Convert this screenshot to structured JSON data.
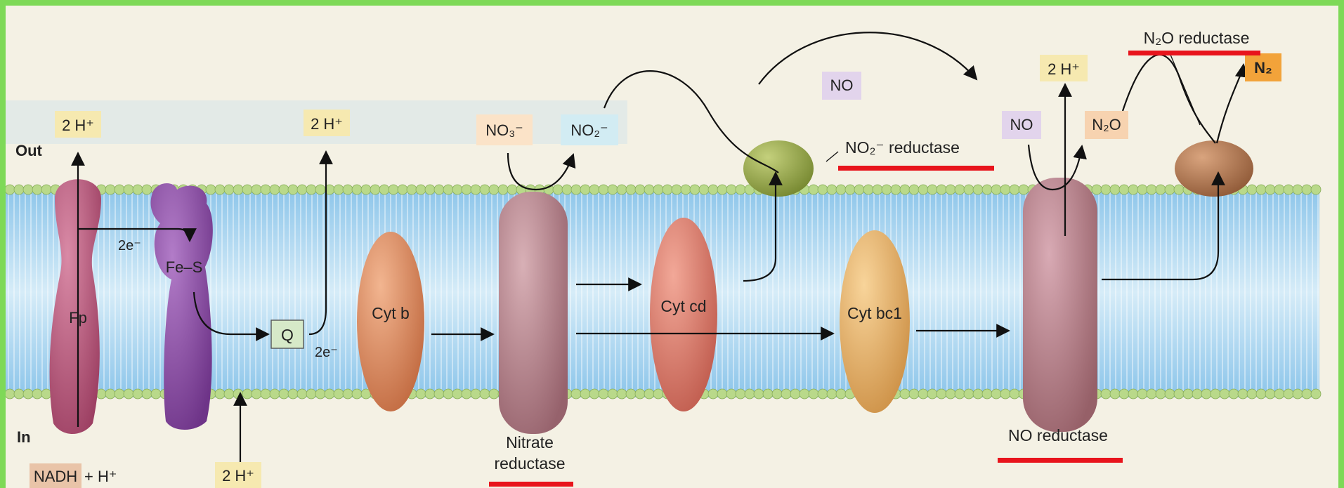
{
  "side_labels": {
    "out": "Out",
    "in": "In"
  },
  "proteins": {
    "fp": "Fp",
    "fes": "Fe–S",
    "q": "Q",
    "cyt_b": "Cyt b",
    "cyt_cd": "Cyt cd",
    "cyt_bc1": "Cyt bc1"
  },
  "electron_labels": {
    "e1": "2e⁻",
    "e2": "2e⁻"
  },
  "protons": {
    "h_out_1": "2 H⁺",
    "h_out_2": "2 H⁺",
    "h_out_3": "2 H⁺",
    "h_in": "2 H⁺"
  },
  "substrates": {
    "nadh": "NADH",
    "plus_h": "+ H⁺",
    "no3": "NO₃⁻",
    "no2": "NO₂⁻",
    "no_top": "NO",
    "no_mid": "NO",
    "n2o": "N₂O",
    "n2": "N₂"
  },
  "enzyme_labels": {
    "nitrate_reductase_1": "Nitrate",
    "nitrate_reductase_2": "reductase",
    "no2_reductase": "NO₂⁻ reductase",
    "no_reductase": "NO reductase",
    "n2o_reductase": "N₂O reductase"
  },
  "colors": {
    "highlight_underline": "#e8141c",
    "membrane_head": "#b9d98a",
    "membrane_core": "#a9d4ee",
    "fp": "#b7577a",
    "fes": "#8e4fa8",
    "cyt_b": "#d98a62",
    "nitrate_reductase": "#b88690",
    "cyt_cd": "#d9786a",
    "cyt_bc1": "#e5b06a",
    "no_reductase": "#b8808c",
    "no2_reductase": "#93a44c",
    "n2o_reductase": "#b07a58",
    "proton_box": "#f6e9b0",
    "no3_box": "#fbe3c8",
    "no2_box": "#d2ecf3",
    "no_box": "#e2d4ec",
    "n2o_box": "#f7d3b0",
    "n2_box": "#f2a33a"
  }
}
